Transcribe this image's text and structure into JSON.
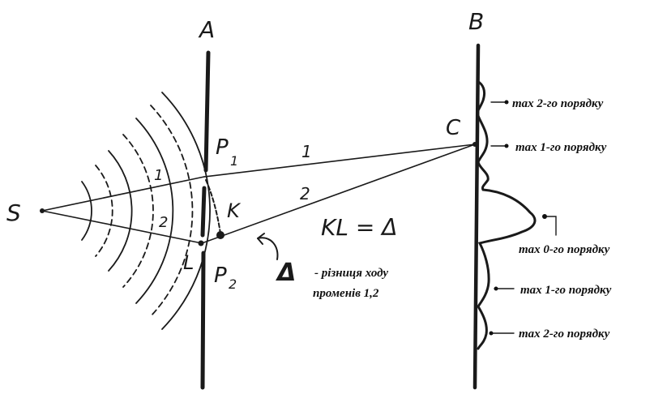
{
  "labels": {
    "screen_a": "A",
    "screen_b": "B",
    "source": "S",
    "slit1": "P",
    "slit1_sub": "1",
    "slit2": "P",
    "slit2_sub": "2",
    "point_c": "C",
    "point_k": "K",
    "point_l": "L",
    "ray1_near": "1",
    "ray1_far": "1",
    "ray2_near": "2",
    "ray2_far": "2",
    "equation": "KL = Δ",
    "delta": "Δ"
  },
  "annotations": {
    "delta_note_line1": "- різниця ходу",
    "delta_note_line2": "променів 1,2",
    "max_2_upper": "max  2-го порядку",
    "max_1_upper": "max  1-го порядку",
    "max_0": "max  0-го порядку",
    "max_1_lower": "max  1-го порядку",
    "max_2_lower": "max  2-го порядку"
  }
}
